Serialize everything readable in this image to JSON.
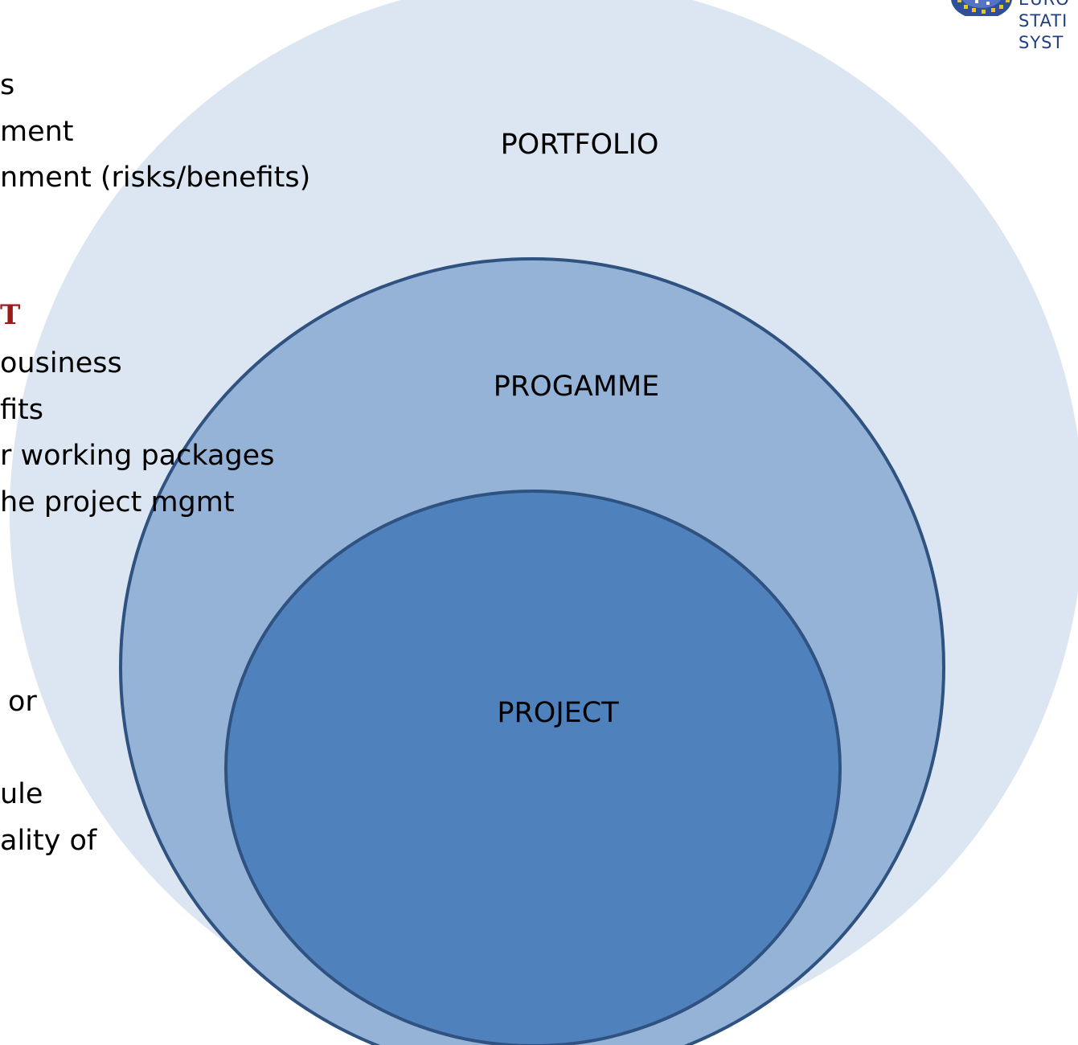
{
  "side_text": {
    "portfolio_lines": [
      "s",
      "ment",
      "nment (risks/benefits)"
    ],
    "programme_heading": "T",
    "programme_lines": [
      "ousiness",
      "fits",
      "r working packages",
      "he project mgmt"
    ],
    "project_lines": [
      "or",
      "ule",
      "ality of"
    ]
  },
  "diagram": {
    "portfolio_label": "PORTFOLIO",
    "programme_label": "PROGAMME",
    "project_label": "PROJECT"
  },
  "colors": {
    "portfolio_fill": "#DCE6F2",
    "programme_fill": "#95B3D7",
    "project_fill": "#4F81BD",
    "outline": "#2F5280",
    "heading_red": "#9B1B1B"
  },
  "logo": {
    "text_lines": [
      "EURO",
      "STATI",
      "SYST"
    ]
  }
}
